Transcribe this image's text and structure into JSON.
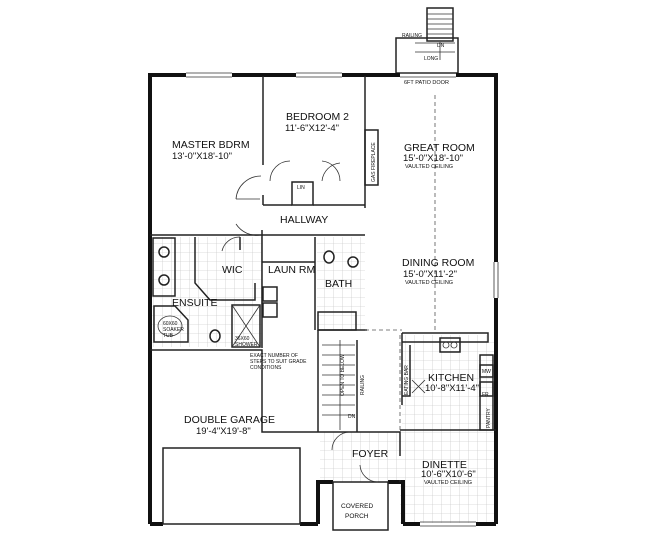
{
  "rooms": {
    "master": {
      "name": "MASTER BDRM",
      "dim": "13'-0\"X18'-10\""
    },
    "bedroom2": {
      "name": "BEDROOM 2",
      "dim": "11'-6\"X12'-4\""
    },
    "great": {
      "name": "GREAT ROOM",
      "dim": "15'-0\"X18'-10\"",
      "note": "VAULTED CEILING"
    },
    "dining": {
      "name": "DINING ROOM",
      "dim": "15'-0\"X11'-2\"",
      "note": "VAULTED CEILING"
    },
    "kitchen": {
      "name": "KITCHEN",
      "dim": "10'-8\"X11'-4\""
    },
    "dinette": {
      "name": "DINETTE",
      "dim": "10'-6\"X10'-6\"",
      "note": "VAULTED CEILING"
    },
    "garage": {
      "name": "DOUBLE GARAGE",
      "dim": "19'-4\"X19'-8\""
    },
    "hallway": {
      "name": "HALLWAY"
    },
    "wic": {
      "name": "WIC"
    },
    "laundry": {
      "name": "LAUN RM"
    },
    "bath": {
      "name": "BATH"
    },
    "ensuite": {
      "name": "ENSUITE"
    },
    "foyer": {
      "name": "FOYER"
    },
    "porch": {
      "line1": "COVERED",
      "line2": "PORCH"
    }
  },
  "labels": {
    "railing_deck": "RAILING",
    "dn_deck": "DN",
    "long": "LONG",
    "patio_door": "6FT PATIO DOOR",
    "gas_fireplace": "GAS FIREPLACE",
    "lin": "LIN",
    "steps_note": [
      "EXACT NUMBER OF",
      "STEPS TO SUIT GRADE",
      "CONDITIONS"
    ],
    "soaker_tub": [
      "60X60",
      "SOAKER",
      "TUB"
    ],
    "shower": [
      "36X60",
      "SHOWER"
    ],
    "open_below": "OPEN TO BELOW",
    "railing_stair": "RAILING",
    "dn_stair": "DN",
    "eating_bar": "EATING BAR",
    "mw": "MW",
    "fr": "FR",
    "pantry": "PANTRY"
  }
}
